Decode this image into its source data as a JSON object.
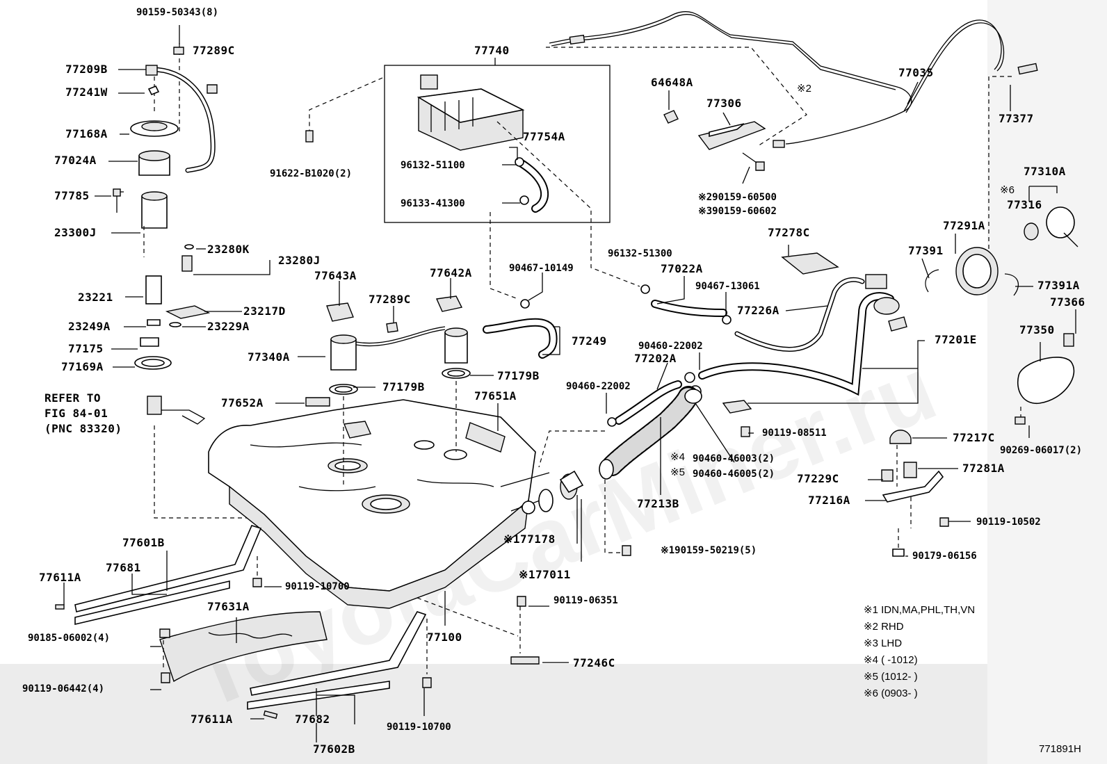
{
  "figure": {
    "id": "771891H",
    "watermark": "ToyotaCarMiner.ru"
  },
  "callouts": {
    "c_9015950343": "90159-50343(8)",
    "c_77289C_a": "77289C",
    "c_77209B": "77209B",
    "c_77241W": "77241W",
    "c_77168A": "77168A",
    "c_77024A": "77024A",
    "c_77785": "77785",
    "c_23300J": "23300J",
    "c_23280K": "23280K",
    "c_23280J": "23280J",
    "c_23221": "23221",
    "c_23217D": "23217D",
    "c_23249A": "23249A",
    "c_23229A": "23229A",
    "c_77175": "77175",
    "c_77169A": "77169A",
    "c_refer1": "REFER TO",
    "c_refer2": "FIG 84-01",
    "c_refer3": "(PNC 83320)",
    "c_77740": "77740",
    "c_91622B1020": "91622-B1020(2)",
    "c_77754A": "77754A",
    "c_9613251100": "96132-51100",
    "c_9613341300": "96133-41300",
    "c_77643A": "77643A",
    "c_77642A": "77642A",
    "c_77289C_b": "77289C",
    "c_9046710149": "90467-10149",
    "c_77249": "77249",
    "c_77340A": "77340A",
    "c_77179B_a": "77179B",
    "c_77179B_b": "77179B",
    "c_77652A": "77652A",
    "c_77651A": "77651A",
    "c_77035": "77035",
    "c_mark2": "※2",
    "c_64648A": "64648A",
    "c_77306": "77306",
    "c_9015960500": "※290159-60500",
    "c_9015960602": "※390159-60602",
    "c_77377": "77377",
    "c_77310A": "77310A",
    "c_mark6": "※6",
    "c_77316": "77316",
    "c_77291A": "77291A",
    "c_77278C": "77278C",
    "c_9613251300": "96132-51300",
    "c_77022A": "77022A",
    "c_9046713061": "90467-13061",
    "c_77226A": "77226A",
    "c_77391": "77391",
    "c_77391A": "77391A",
    "c_77366": "77366",
    "c_77201E": "77201E",
    "c_77350": "77350",
    "c_9046022002_a": "90460-22002",
    "c_9046022002_b": "90460-22002",
    "c_77202A": "77202A",
    "c_9011908511": "90119-08511",
    "c_9046046003": "90460-46003(2)",
    "c_9046046005": "90460-46005(2)",
    "c_mark4": "※4",
    "c_mark5": "※5",
    "c_9026906017": "90269-06017(2)",
    "c_77217C": "77217C",
    "c_77229C": "77229C",
    "c_77281A": "77281A",
    "c_77216A": "77216A",
    "c_77213B": "77213B",
    "c_9011910502": "90119-10502",
    "c_77178": "※177178",
    "c_9015950219": "※190159-50219(5)",
    "c_9017906156": "90179-06156",
    "c_77011": "※177011",
    "c_77601B": "77601B",
    "c_77681": "77681",
    "c_77611A_a": "77611A",
    "c_9011910700_a": "90119-10700",
    "c_9011906351": "90119-06351",
    "c_77631A": "77631A",
    "c_9018506002": "90185-06002(4)",
    "c_77100": "77100",
    "c_77246C": "77246C",
    "c_9011906442": "90119-06442(4)",
    "c_77611A_b": "77611A",
    "c_77682": "77682",
    "c_9011910700_b": "90119-10700",
    "c_77602B": "77602B"
  },
  "notes": [
    "※1 IDN,MA,PHL,TH,VN",
    "※2 RHD",
    "※3 LHD",
    "※4 (     -1012)",
    "※5 (1012-     )",
    "※6 (0903-     )"
  ]
}
